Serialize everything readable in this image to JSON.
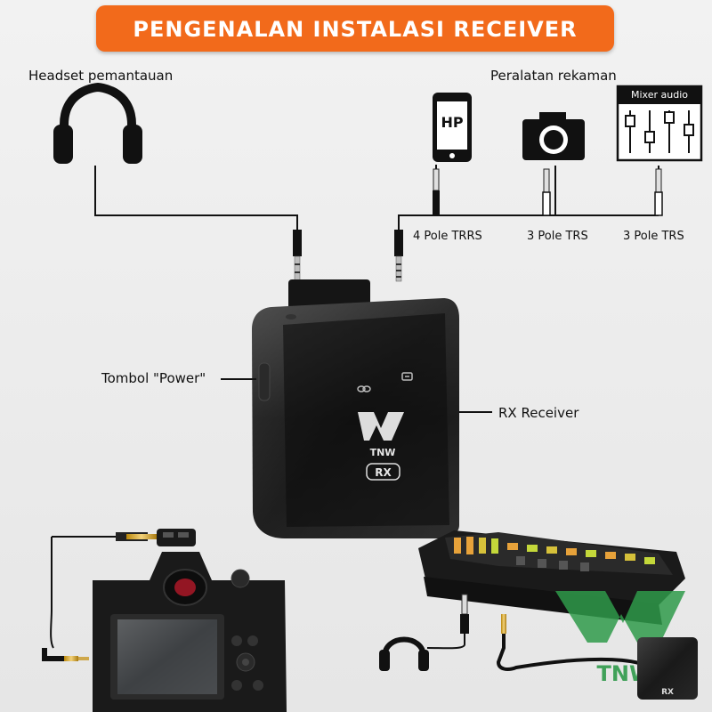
{
  "title": "PENGENALAN INSTALASI RECEIVER",
  "labels": {
    "headset": "Headset pemantauan",
    "recording": "Peralatan rekaman",
    "mixer": "Mixer audio",
    "hp": "HP",
    "pole4": "4 Pole TRRS",
    "pole3a": "3 Pole TRS",
    "pole3b": "3 Pole TRS",
    "power": "Tombol \"Power\"",
    "rx_receiver": "RX Receiver"
  },
  "device": {
    "brand": "TNW",
    "badge": "RX"
  },
  "watermark": {
    "brand": "TNW",
    "badge": "RX"
  },
  "colors": {
    "banner": "#f26a1b",
    "device": "#151515",
    "watermark": "#2f9a4a"
  }
}
